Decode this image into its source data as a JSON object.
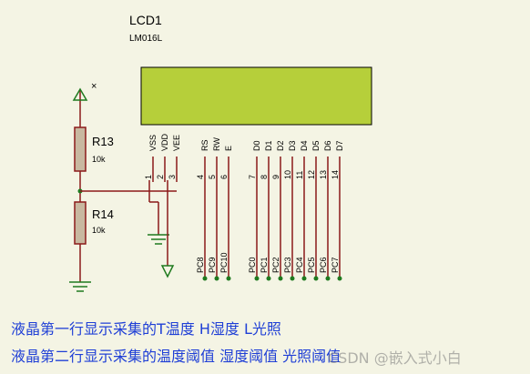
{
  "lcd": {
    "ref": "LCD1",
    "model": "LM016L",
    "pins": [
      {
        "name": "VSS",
        "num": "1"
      },
      {
        "name": "VDD",
        "num": "2"
      },
      {
        "name": "VEE",
        "num": "3"
      },
      {
        "name": "RS",
        "num": "4"
      },
      {
        "name": "RW",
        "num": "5"
      },
      {
        "name": "E",
        "num": "6"
      },
      {
        "name": "D0",
        "num": "7"
      },
      {
        "name": "D1",
        "num": "8"
      },
      {
        "name": "D2",
        "num": "9"
      },
      {
        "name": "D3",
        "num": "10"
      },
      {
        "name": "D4",
        "num": "11"
      },
      {
        "name": "D5",
        "num": "12"
      },
      {
        "name": "D6",
        "num": "13"
      },
      {
        "name": "D7",
        "num": "14"
      }
    ]
  },
  "resistors": [
    {
      "ref": "R13",
      "value": "10k"
    },
    {
      "ref": "R14",
      "value": "10k"
    }
  ],
  "no_connect": "×",
  "nets": [
    "PC8",
    "PC9",
    "PC10",
    "PC0",
    "PC1",
    "PC2",
    "PC3",
    "PC4",
    "PC5",
    "PC6",
    "PC7"
  ],
  "captions": {
    "line1": "液晶第一行显示采集的T温度    H湿度    L光照",
    "line2": "液晶第二行显示采集的温度阈值  湿度阈值  光照阈值"
  },
  "watermark": "CSDN @嵌入式小白",
  "colors": {
    "background": "#f4f4e4",
    "wire": "#8b1a1a",
    "ground_wire": "#1f7a1f",
    "lcd_fill": "#b6cf3a",
    "resistor_fill": "#c8b8a0",
    "caption": "#1f3fd6"
  }
}
